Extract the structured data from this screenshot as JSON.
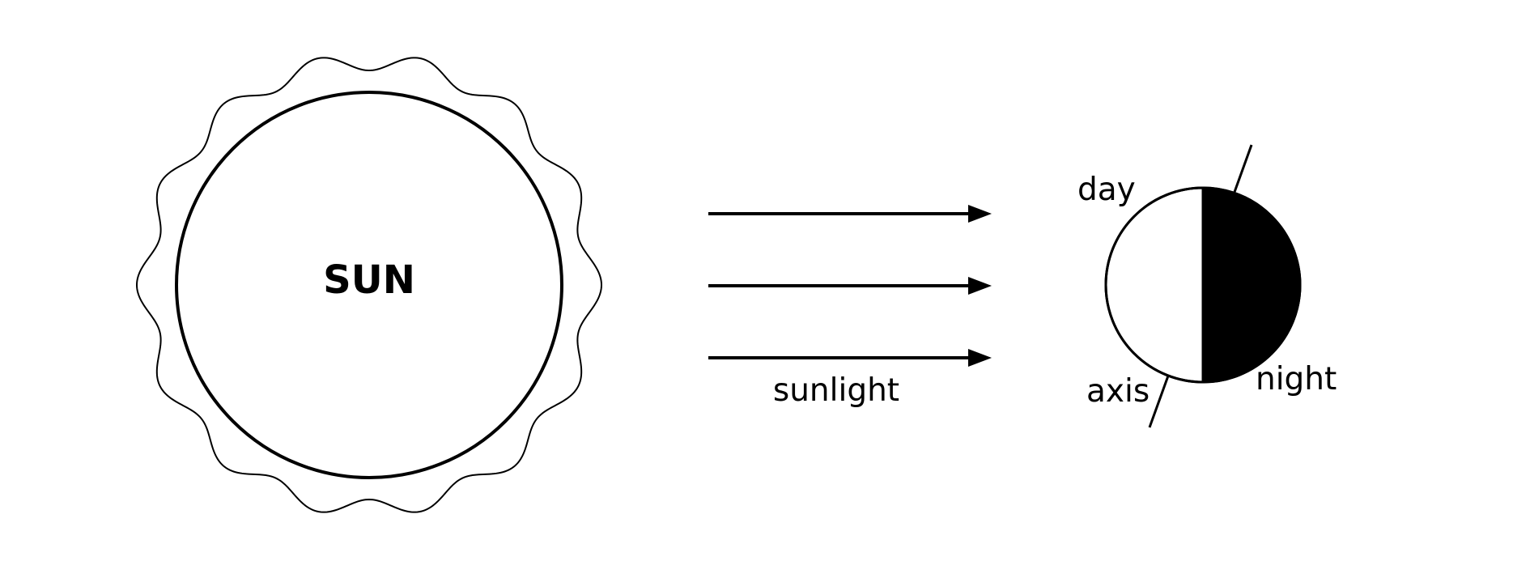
{
  "diagram": {
    "sun": {
      "label": "SUN"
    },
    "rays": {
      "label": "sunlight",
      "count": 3
    },
    "earth": {
      "day_label": "day",
      "night_label": "night",
      "axis_label": "axis"
    }
  },
  "colors": {
    "ink": "#000000",
    "background": "#ffffff",
    "night_side": "#000000",
    "day_side": "#ffffff"
  }
}
